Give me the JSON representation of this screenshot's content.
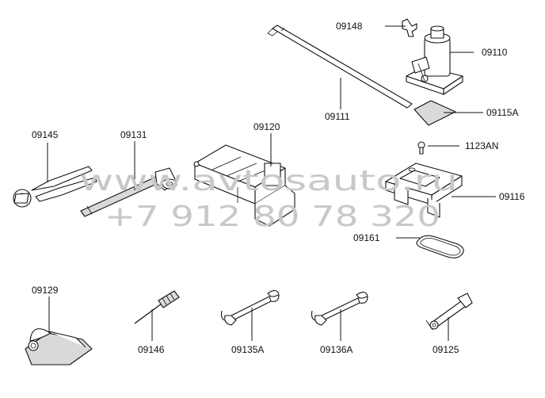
{
  "watermark": {
    "site": "www.avtosauto.ru",
    "phone": "+7 912 80 78 320"
  },
  "labels": {
    "09148": "09148",
    "09110": "09110",
    "09111": "09111",
    "09115A": "09115A",
    "1123AN": "1123AN",
    "09116": "09116",
    "09161": "09161",
    "09145": "09145",
    "09131": "09131",
    "09120": "09120",
    "09129": "09129",
    "09146": "09146",
    "09135A": "09135A",
    "09136A": "09136A",
    "09125": "09125"
  }
}
